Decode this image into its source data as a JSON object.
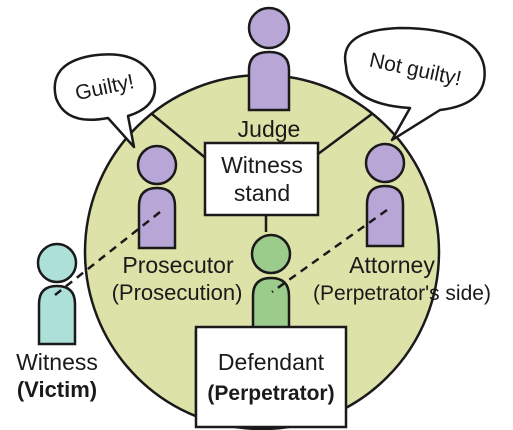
{
  "colors": {
    "court": "#dde2a8",
    "purple": "#b8a6d6",
    "teal": "#aee0da",
    "green": "#9bcc8c",
    "stroke": "#1a1a1a"
  },
  "bubbles": {
    "prosecutor": "Guilty!",
    "attorney": "Not guilty!"
  },
  "labels": {
    "judge": "Judge",
    "witness_stand_line1": "Witness",
    "witness_stand_line2": "stand",
    "prosecutor_line1": "Prosecutor",
    "prosecutor_line2": "(Prosecution)",
    "attorney_line1": "Attorney",
    "attorney_line2": "(Perpetrator's side)",
    "witness_line1": "Witness",
    "witness_line2": "(Victim)",
    "defendant_line1": "Defendant",
    "defendant_line2": "(Perpetrator)"
  }
}
